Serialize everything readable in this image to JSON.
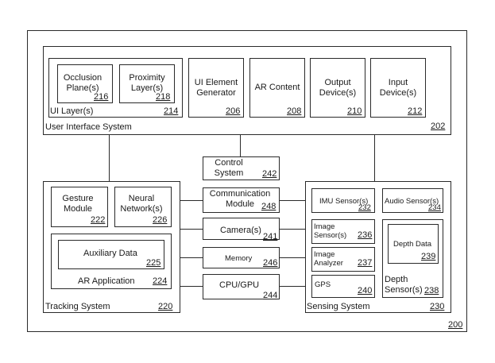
{
  "figure_number": "200",
  "user_interface_system": {
    "label": "User Interface System",
    "number": "202",
    "ui_layers": {
      "label": "UI Layer(s)",
      "number": "214"
    },
    "occlusion_planes": {
      "label": "Occlusion Plane(s)",
      "number": "216"
    },
    "proximity_layers": {
      "label": "Proximity Layer(s)",
      "number": "218"
    },
    "ui_element_generator": {
      "label": "UI Element Generator",
      "number": "206"
    },
    "ar_content": {
      "label": "AR Content",
      "number": "208"
    },
    "output_devices": {
      "label": "Output Device(s)",
      "number": "210"
    },
    "input_devices": {
      "label": "Input Device(s)",
      "number": "212"
    }
  },
  "control_system": {
    "label": "Control System",
    "number": "242"
  },
  "communication_module": {
    "label": "Communication Module",
    "number": "248"
  },
  "cameras": {
    "label": "Camera(s)",
    "number": "241"
  },
  "memory": {
    "label": "Memory",
    "number": "246"
  },
  "cpu_gpu": {
    "label": "CPU/GPU",
    "number": "244"
  },
  "tracking_system": {
    "label": "Tracking System",
    "number": "220",
    "gesture_module": {
      "label": "Gesture Module",
      "number": "222"
    },
    "neural_networks": {
      "label": "Neural Network(s)",
      "number": "226"
    },
    "ar_application": {
      "label": "AR Application",
      "number": "224"
    },
    "auxiliary_data": {
      "label": "Auxiliary Data",
      "number": "225"
    }
  },
  "sensing_system": {
    "label": "Sensing System",
    "number": "230",
    "imu_sensors": {
      "label": "IMU Sensor(s)",
      "number": "232"
    },
    "audio_sensors": {
      "label": "Audio Sensor(s)",
      "number": "234"
    },
    "image_sensors": {
      "label": "Image Sensor(s)",
      "number": "236"
    },
    "image_analyzer": {
      "label": "Image Analyzer",
      "number": "237"
    },
    "gps": {
      "label": "GPS",
      "number": "240"
    },
    "depth_sensors": {
      "label": "Depth Sensor(s)",
      "number": "238"
    },
    "depth_data": {
      "label": "Depth Data",
      "number": "239"
    }
  }
}
